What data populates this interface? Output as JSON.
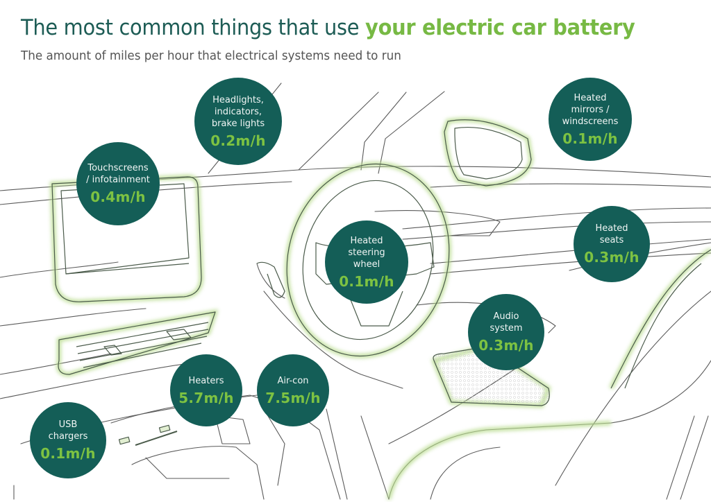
{
  "header": {
    "title_plain": "The most common things that use ",
    "title_accent": "your electric car battery",
    "subtitle": "The amount of miles per hour that electrical systems need to run"
  },
  "colors": {
    "title": "#1d5c55",
    "accent": "#77b944",
    "bubble_bg": "#145e57",
    "bubble_value": "#7dc242",
    "line_art": "#555555",
    "glow": "#b9dc8f"
  },
  "systems": [
    {
      "id": "headlights",
      "label": "Headlights,\nindicators,\nbrake lights",
      "value": "0.2m/h"
    },
    {
      "id": "heated-mirrors",
      "label": "Heated\nmirrors /\nwindscreens",
      "value": "0.1m/h"
    },
    {
      "id": "touchscreens",
      "label": "Touchscreens\n/ infotainment",
      "value": "0.4m/h"
    },
    {
      "id": "heated-steering-wheel",
      "label": "Heated\nsteering\nwheel",
      "value": "0.1m/h"
    },
    {
      "id": "heated-seats",
      "label": "Heated\nseats",
      "value": "0.3m/h"
    },
    {
      "id": "audio-system",
      "label": "Audio\nsystem",
      "value": "0.3m/h"
    },
    {
      "id": "heaters",
      "label": "Heaters",
      "value": "5.7m/h"
    },
    {
      "id": "air-con",
      "label": "Air-con",
      "value": "7.5m/h"
    },
    {
      "id": "usb-chargers",
      "label": "USB\nchargers",
      "value": "0.1m/h"
    }
  ]
}
